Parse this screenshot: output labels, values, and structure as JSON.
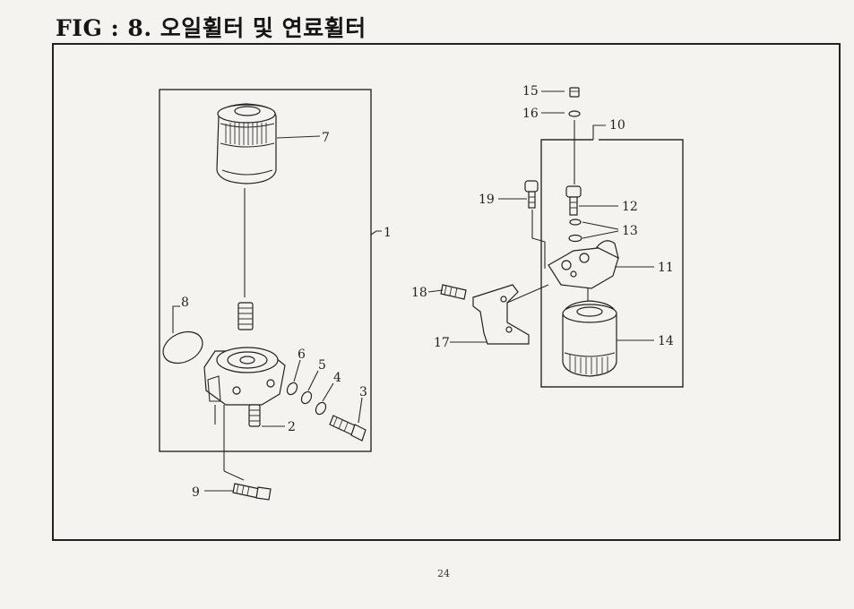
{
  "header": {
    "title": "FIG : 8. 오일휠터 및 연료휠터"
  },
  "footer": {
    "page_number": "24"
  },
  "callouts": [
    "1",
    "2",
    "3",
    "4",
    "5",
    "6",
    "7",
    "8",
    "9",
    "10",
    "11",
    "12",
    "13",
    "14",
    "15",
    "16",
    "17",
    "18",
    "19"
  ]
}
